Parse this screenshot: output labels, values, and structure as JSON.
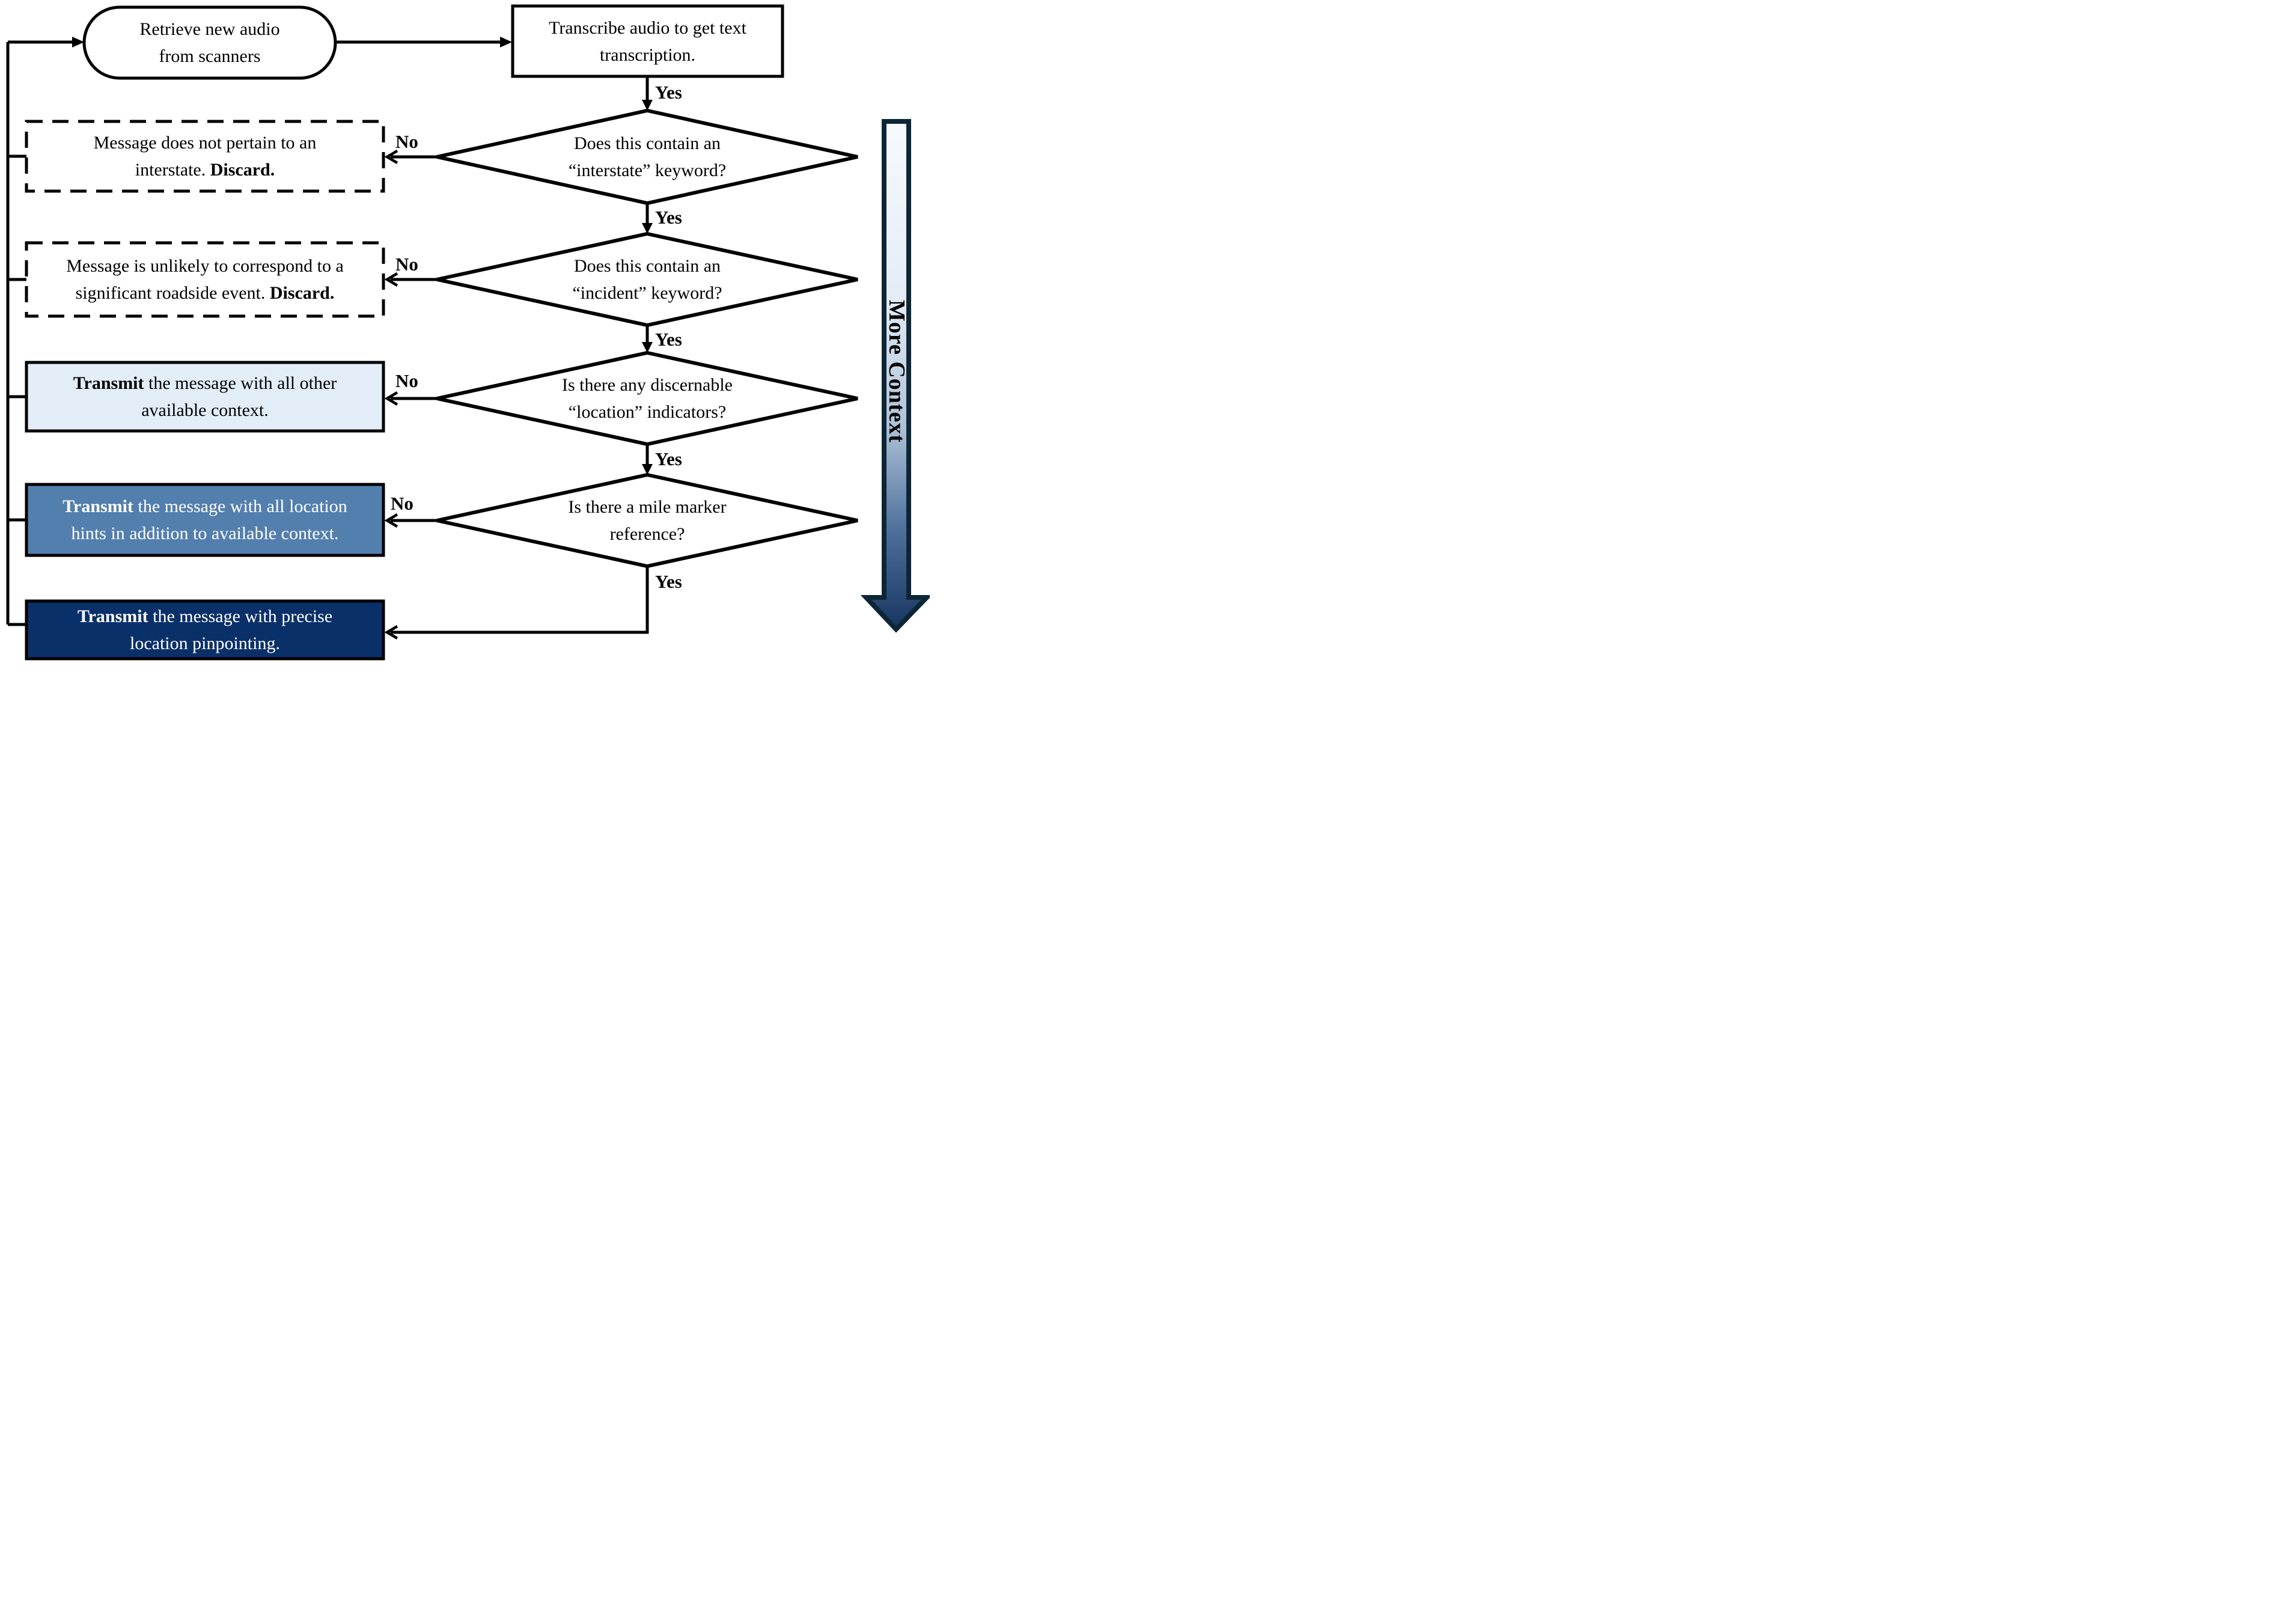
{
  "nodes": {
    "retrieve": {
      "lines": [
        "Retrieve new audio",
        "from scanners"
      ]
    },
    "transcribe": {
      "lines": [
        "Transcribe audio to get text",
        "transcription."
      ]
    },
    "d_interstate": {
      "lines": [
        "Does this contain an",
        "“interstate” keyword?"
      ]
    },
    "d_incident": {
      "lines": [
        "Does this contain an",
        "“incident” keyword?"
      ]
    },
    "d_location": {
      "lines": [
        "Is there any discernable",
        "“location” indicators?"
      ]
    },
    "d_milemarker": {
      "lines": [
        "Is there a mile marker",
        "reference?"
      ]
    },
    "discard_interstate": {
      "line1": "Message does not pertain to an",
      "line2_pre": "interstate. ",
      "line2_bold": "Discard."
    },
    "discard_event": {
      "line1": "Message is unlikely to correspond to a",
      "line2_pre": "significant roadside event. ",
      "line2_bold": "Discard."
    },
    "transmit_context": {
      "bold": "Transmit",
      "line1_rest": " the message with all other",
      "line2": "available context."
    },
    "transmit_location": {
      "bold": "Transmit",
      "line1_rest": " the message with all location",
      "line2": "hints in addition to available context."
    },
    "transmit_precise": {
      "bold": "Transmit",
      "line1_rest": " the message with precise",
      "line2": "location pinpointing."
    }
  },
  "labels": {
    "yes": "Yes",
    "no": "No",
    "more_context": "More Context"
  },
  "colors": {
    "light_box": "#e3edf8",
    "medium_box": "#537fae",
    "dark_box": "#0a3069",
    "line_color": "#000000",
    "arrow_border": "#0d2636",
    "grad_0": "#f7fafe",
    "grad_1": "#e3ecf6",
    "grad_2": "#aec2d8",
    "grad_3": "#51719d",
    "grad_4": "#173560"
  }
}
